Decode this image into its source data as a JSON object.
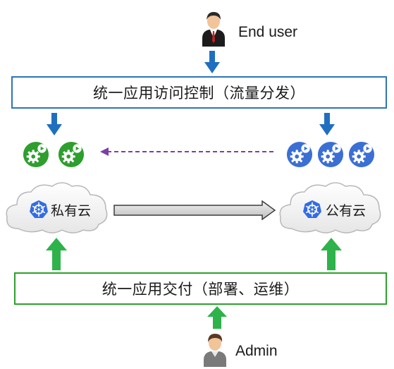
{
  "top_actor": {
    "label": "End user",
    "icon": "business-user-icon"
  },
  "bottom_actor": {
    "label": "Admin",
    "icon": "user-icon"
  },
  "access_control_box": {
    "text": "统一应用访问控制（流量分发）"
  },
  "delivery_box": {
    "text": "统一应用交付（部署、运维）"
  },
  "private_cloud": {
    "label": "私有云",
    "icon": "kubernetes-icon"
  },
  "public_cloud": {
    "label": "公有云",
    "icon": "kubernetes-icon"
  },
  "private_app_icons": {
    "count": 2,
    "color": "#2e9e2e",
    "icon": "app-gear-icon"
  },
  "public_app_icons": {
    "count": 3,
    "color": "#3b6fd4",
    "icon": "app-gear-icon"
  },
  "colors": {
    "blue_arrow": "#1f6fc1",
    "green_arrow": "#2db34a",
    "dashed_arrow": "#7b3fa8",
    "box_blue_border": "#2e75b6",
    "box_green_border": "#2ca02c"
  }
}
